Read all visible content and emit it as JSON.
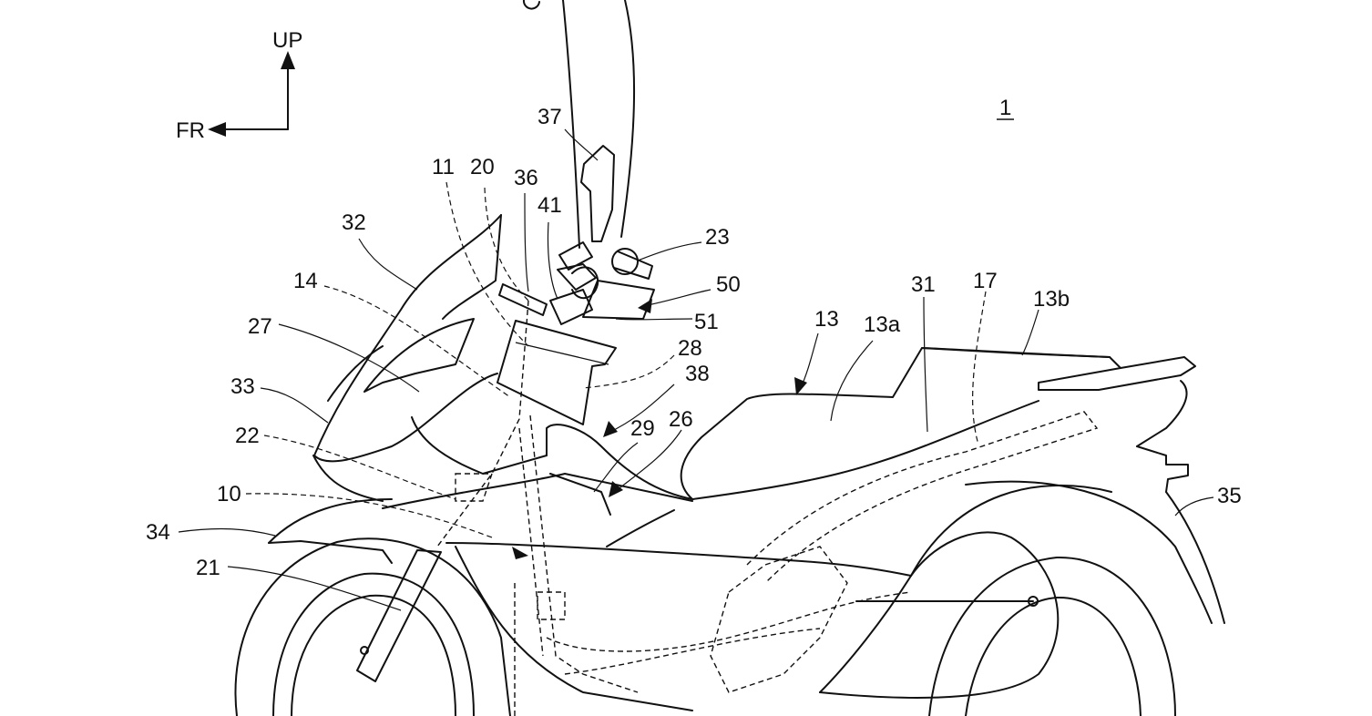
{
  "axes": {
    "up_label": "UP",
    "front_label": "FR"
  },
  "figure_number": "1",
  "reference_labels": [
    {
      "key": "l32",
      "text": "32"
    },
    {
      "key": "l37",
      "text": "37"
    },
    {
      "key": "l11",
      "text": "11"
    },
    {
      "key": "l20",
      "text": "20"
    },
    {
      "key": "l36",
      "text": "36"
    },
    {
      "key": "l41",
      "text": "41"
    },
    {
      "key": "l23",
      "text": "23"
    },
    {
      "key": "l50",
      "text": "50"
    },
    {
      "key": "l51",
      "text": "51"
    },
    {
      "key": "l14",
      "text": "14"
    },
    {
      "key": "l27",
      "text": "27"
    },
    {
      "key": "l33",
      "text": "33"
    },
    {
      "key": "l22",
      "text": "22"
    },
    {
      "key": "l10",
      "text": "10"
    },
    {
      "key": "l34",
      "text": "34"
    },
    {
      "key": "l21",
      "text": "21"
    },
    {
      "key": "l28",
      "text": "28"
    },
    {
      "key": "l38",
      "text": "38"
    },
    {
      "key": "l29",
      "text": "29"
    },
    {
      "key": "l26",
      "text": "26"
    },
    {
      "key": "l13",
      "text": "13"
    },
    {
      "key": "l13a",
      "text": "13a"
    },
    {
      "key": "l31",
      "text": "31"
    },
    {
      "key": "l17",
      "text": "17"
    },
    {
      "key": "l13b",
      "text": "13b"
    },
    {
      "key": "l35",
      "text": "35"
    }
  ]
}
